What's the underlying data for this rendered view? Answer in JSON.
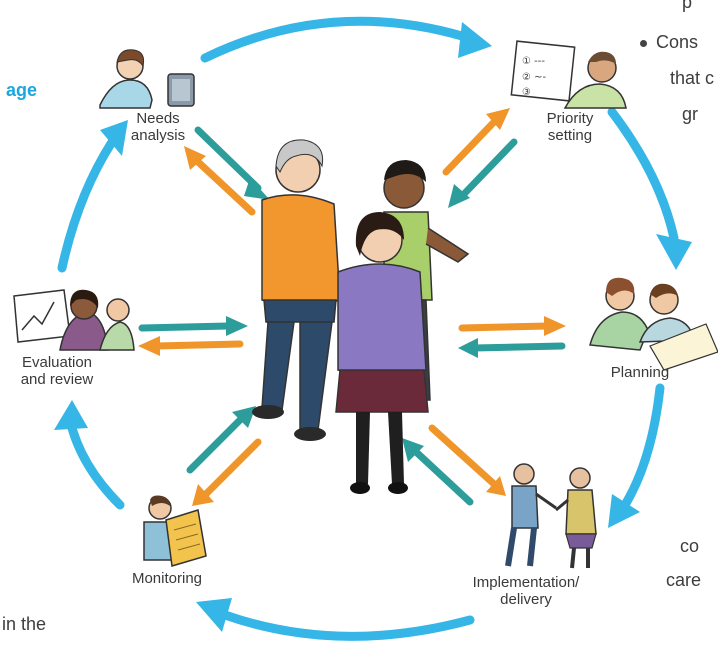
{
  "stages": {
    "needs_analysis": "Needs\nanalysis",
    "priority_setting": "Priority\nsetting",
    "planning": "Planning",
    "implementation": "Implementation/\ndelivery",
    "monitoring": "Monitoring",
    "evaluation": "Evaluation\nand review"
  },
  "edge_text": {
    "left_accent": "age",
    "left_bottom": "in the",
    "right_top": "p",
    "right_cons": "Cons",
    "right_that": "that c",
    "right_gr": "gr",
    "right_co": "co",
    "right_care": "care"
  },
  "colors": {
    "cycle_arrow": "#35b6e6",
    "to_center_arrow": "#2c9d9a",
    "from_center_arrow": "#f0952a"
  }
}
